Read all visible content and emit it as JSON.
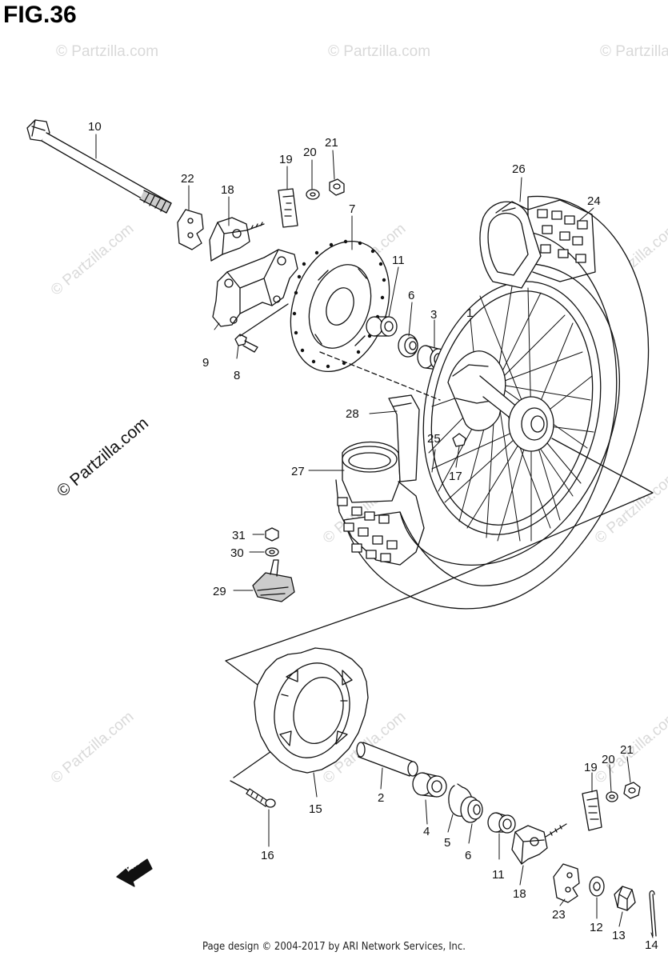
{
  "figure": {
    "title": "FIG.36"
  },
  "footer": {
    "text": "Page design © 2004-2017 by ARI Network Services, Inc."
  },
  "copyright": {
    "text": "© Partzilla.com"
  },
  "watermark": {
    "text": "© Partzilla.com"
  },
  "fwd_arrow": {
    "label": "FWD"
  },
  "callouts": [
    {
      "id": "c10",
      "label": "10"
    },
    {
      "id": "c21a",
      "label": "21"
    },
    {
      "id": "c20a",
      "label": "20"
    },
    {
      "id": "c19a",
      "label": "19"
    },
    {
      "id": "c22",
      "label": "22"
    },
    {
      "id": "c18a",
      "label": "18"
    },
    {
      "id": "c7",
      "label": "7"
    },
    {
      "id": "c26",
      "label": "26"
    },
    {
      "id": "c24",
      "label": "24"
    },
    {
      "id": "c11a",
      "label": "11"
    },
    {
      "id": "c6a",
      "label": "6"
    },
    {
      "id": "c3",
      "label": "3"
    },
    {
      "id": "c1",
      "label": "1"
    },
    {
      "id": "c9",
      "label": "9"
    },
    {
      "id": "c8",
      "label": "8"
    },
    {
      "id": "c28",
      "label": "28"
    },
    {
      "id": "c25",
      "label": "25"
    },
    {
      "id": "c17",
      "label": "17"
    },
    {
      "id": "c27",
      "label": "27"
    },
    {
      "id": "c31",
      "label": "31"
    },
    {
      "id": "c30",
      "label": "30"
    },
    {
      "id": "c29",
      "label": "29"
    },
    {
      "id": "c2",
      "label": "2"
    },
    {
      "id": "c15",
      "label": "15"
    },
    {
      "id": "c16",
      "label": "16"
    },
    {
      "id": "c4",
      "label": "4"
    },
    {
      "id": "c5",
      "label": "5"
    },
    {
      "id": "c6b",
      "label": "6"
    },
    {
      "id": "c11b",
      "label": "11"
    },
    {
      "id": "c19b",
      "label": "19"
    },
    {
      "id": "c20b",
      "label": "20"
    },
    {
      "id": "c21b",
      "label": "21"
    },
    {
      "id": "c18b",
      "label": "18"
    },
    {
      "id": "c23",
      "label": "23"
    },
    {
      "id": "c12",
      "label": "12"
    },
    {
      "id": "c13",
      "label": "13"
    },
    {
      "id": "c14",
      "label": "14"
    }
  ]
}
